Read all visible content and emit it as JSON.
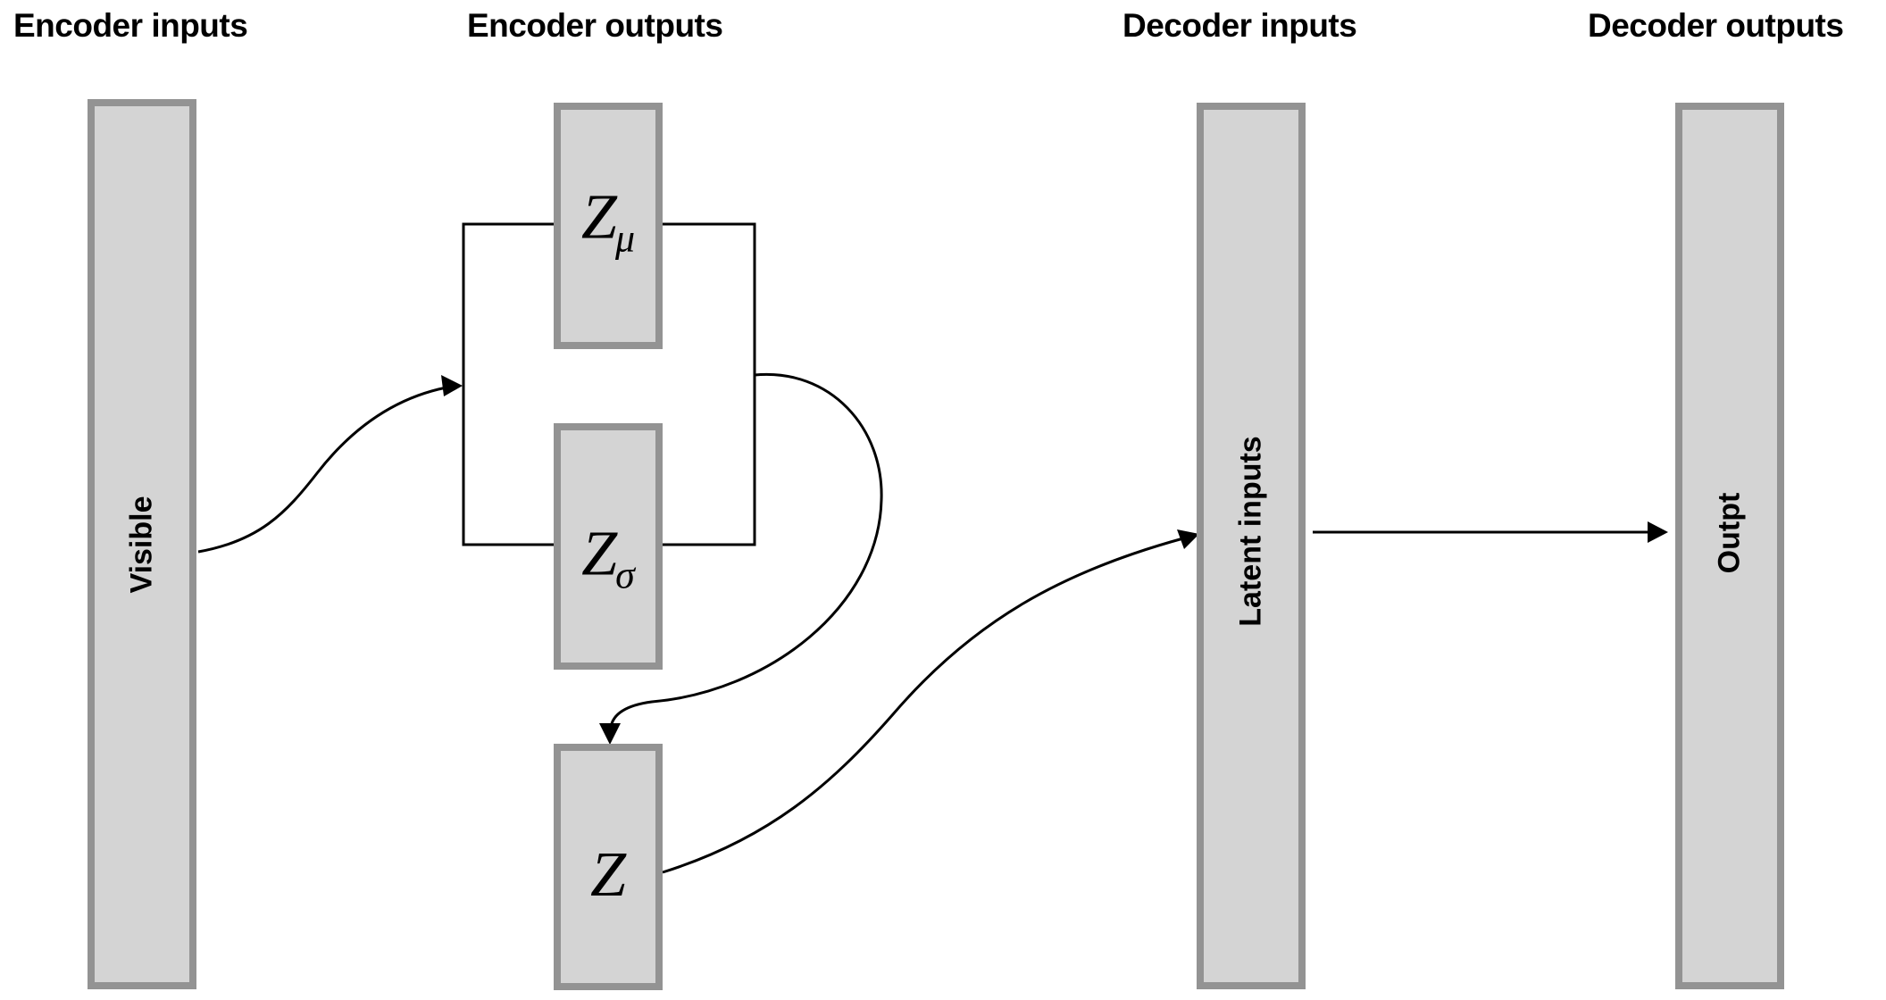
{
  "headings": {
    "encoder_inputs": "Encoder inputs",
    "encoder_outputs": "Encoder outputs",
    "decoder_inputs": "Decoder inputs",
    "decoder_outputs": "Decoder outputs"
  },
  "nodes": {
    "visible": {
      "label": "Visible"
    },
    "z_mu": {
      "symbol": "Z",
      "subscript": "μ"
    },
    "z_sigma": {
      "symbol": "Z",
      "subscript": "σ"
    },
    "z": {
      "symbol": "Z"
    },
    "latent_inputs": {
      "label": "Latent inputs"
    },
    "output": {
      "label": "Outpt"
    }
  },
  "edges": [
    {
      "from": "visible",
      "to": "encoder-bracket"
    },
    {
      "from": "encoder-bracket",
      "to": "z"
    },
    {
      "from": "z",
      "to": "latent_inputs"
    },
    {
      "from": "latent_inputs",
      "to": "output"
    }
  ],
  "colors": {
    "box_fill": "#d4d4d4",
    "box_border": "#939393",
    "line": "#000000"
  }
}
